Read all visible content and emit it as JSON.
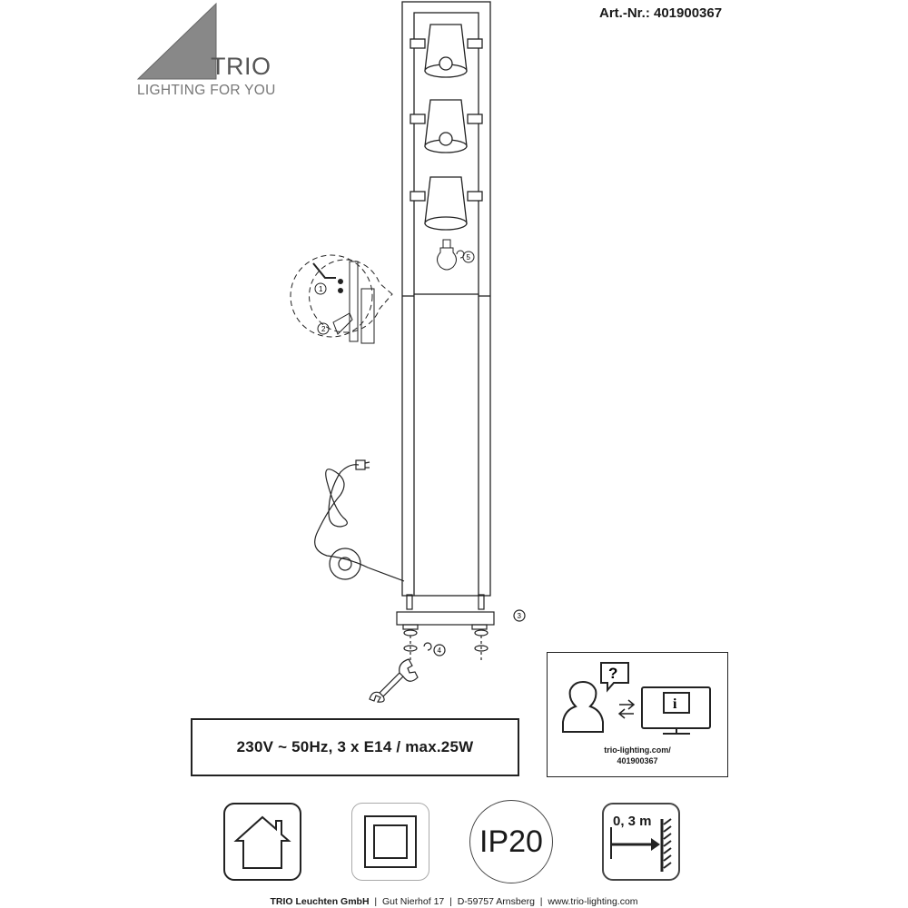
{
  "header": {
    "article_number": "Art.-Nr.: 401900367"
  },
  "logo": {
    "wordmark": "TRIO",
    "tagline": "LIGHTING FOR YOU",
    "icon": "triangle-logo-icon"
  },
  "diagram": {
    "steps": [
      "1",
      "2",
      "3",
      "4",
      "5"
    ],
    "icons": [
      "hex-key-icon",
      "plug-cable-icon",
      "wrench-icon",
      "bulb-icon",
      "rotate-arrow-icon"
    ]
  },
  "spec": {
    "text": "230V ~ 50Hz, 3  x  E14 / max.25W"
  },
  "info": {
    "url_line1": "trio-lighting.com/",
    "url_line2": "401900367",
    "question_mark": "?",
    "info_symbol": "i"
  },
  "symbols": {
    "ip_rating": "IP20",
    "distance": "0, 3 m"
  },
  "footer": {
    "company": "TRIO Leuchten GmbH",
    "address": "Gut Nierhof 17",
    "city": "D-59757 Arnsberg",
    "website": "www.trio-lighting.com",
    "separator": "|"
  },
  "colors": {
    "line": "#222222",
    "logo_gray": "#777777"
  }
}
